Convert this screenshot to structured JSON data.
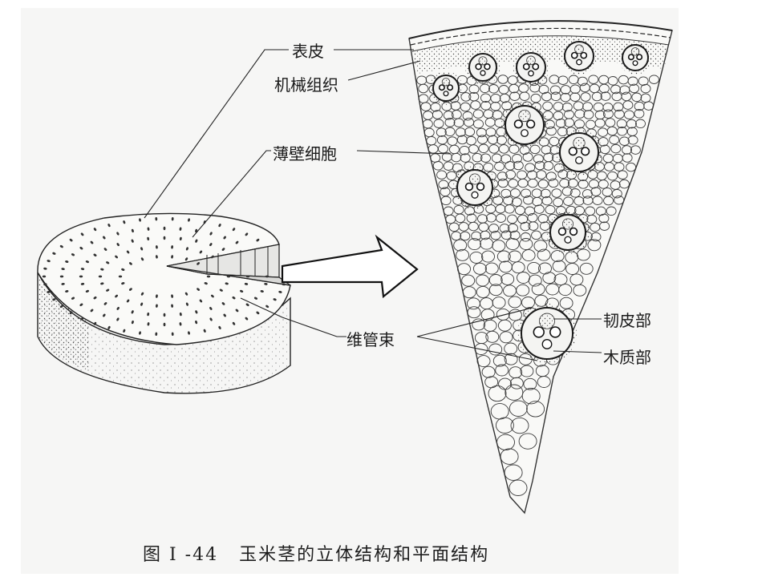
{
  "labels": {
    "epidermis": "表皮",
    "mechanical_tissue": "机械组织",
    "parenchyma": "薄壁细胞",
    "vascular_bundle": "维管束",
    "phloem": "韧皮部",
    "xylem": "木质部"
  },
  "caption": {
    "figure_number": "图 I -44",
    "title": "玉米茎的立体结构和平面结构"
  },
  "colors": {
    "ink": "#1a1a1a",
    "paper": "#f6f6f5"
  }
}
